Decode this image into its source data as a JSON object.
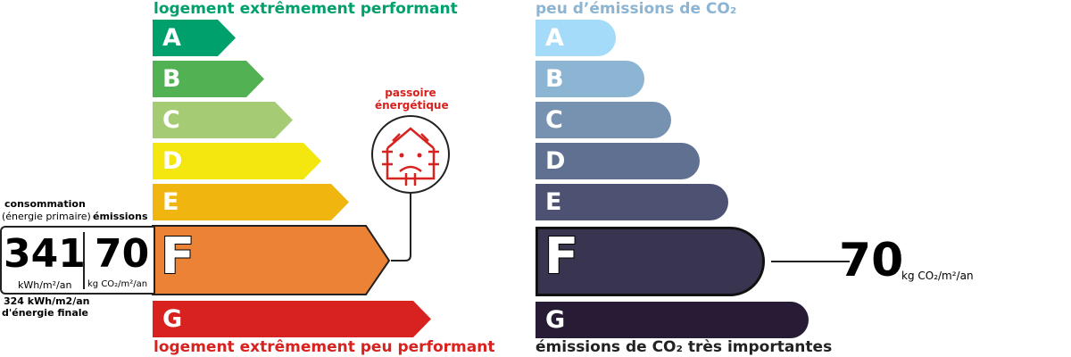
{
  "energy": {
    "top_label": "logement extrêmement performant",
    "bottom_label": "logement extrêmement peu performant",
    "classes": [
      {
        "letter": "A",
        "color": "#00a06d"
      },
      {
        "letter": "B",
        "color": "#52b153"
      },
      {
        "letter": "C",
        "color": "#a5cc74"
      },
      {
        "letter": "D",
        "color": "#f4e70f"
      },
      {
        "letter": "E",
        "color": "#f0b50f"
      },
      {
        "letter": "F",
        "color": "#eb8235"
      },
      {
        "letter": "G",
        "color": "#d7221f"
      }
    ],
    "current_class": "F",
    "consumption_label": "consommation",
    "consumption_sub": "(énergie primaire)",
    "emissions_label": "émissions",
    "consumption_value": "341",
    "consumption_unit": "kWh/m²/an",
    "emissions_value": "70",
    "emissions_unit": "kg CO₂/m²/an",
    "final_energy_1": "324 kWh/m2/an",
    "final_energy_2": "d'énergie finale",
    "passoire_1": "passoire",
    "passoire_2": "énergétique"
  },
  "climate": {
    "top_label": "peu d’émissions de CO₂",
    "bottom_label": "émissions de CO₂ très importantes",
    "classes": [
      {
        "letter": "A",
        "color": "#a4dbf8"
      },
      {
        "letter": "B",
        "color": "#8cb4d3"
      },
      {
        "letter": "C",
        "color": "#7792b1"
      },
      {
        "letter": "D",
        "color": "#5f7091"
      },
      {
        "letter": "E",
        "color": "#4d5272"
      },
      {
        "letter": "F",
        "color": "#393551"
      },
      {
        "letter": "G",
        "color": "#281b35"
      }
    ],
    "current_class": "F",
    "value": "70",
    "unit": "kg CO₂/m²/an"
  }
}
